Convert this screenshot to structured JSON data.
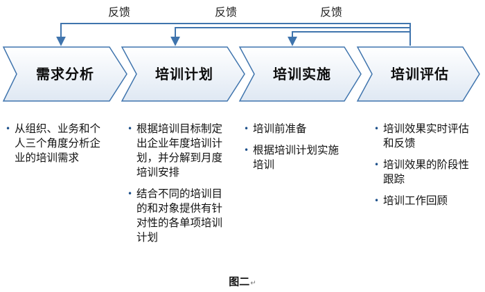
{
  "feedback": {
    "labels": [
      "反馈",
      "反馈",
      "反馈"
    ]
  },
  "stages": [
    {
      "label": "需求分析"
    },
    {
      "label": "培训计划"
    },
    {
      "label": "培训实施"
    },
    {
      "label": "培训评估"
    }
  ],
  "details": [
    {
      "items": [
        "从组织、业务和个人三个角度分析企业的培训需求"
      ]
    },
    {
      "items": [
        "根据培训目标制定出企业年度培训计划，并分解到月度培训安排",
        "结合不同的培训目的和对象提供有针对性的各单项培训计划"
      ]
    },
    {
      "items": [
        "培训前准备",
        "根据培训计划实施培训"
      ]
    },
    {
      "items": [
        "培训效果实时评估和反馈",
        "培训效果的阶段性跟踪",
        "培训工作回顾"
      ]
    }
  ],
  "caption": {
    "text": "图二",
    "return_mark": "↵"
  },
  "colors": {
    "arrow_fill_top": "#ffffff",
    "arrow_fill_bottom": "#dfe8f3",
    "arrow_stroke": "#3f74ad",
    "feedback_line": "#3f74ad",
    "bullet": "#1c4f8a"
  }
}
